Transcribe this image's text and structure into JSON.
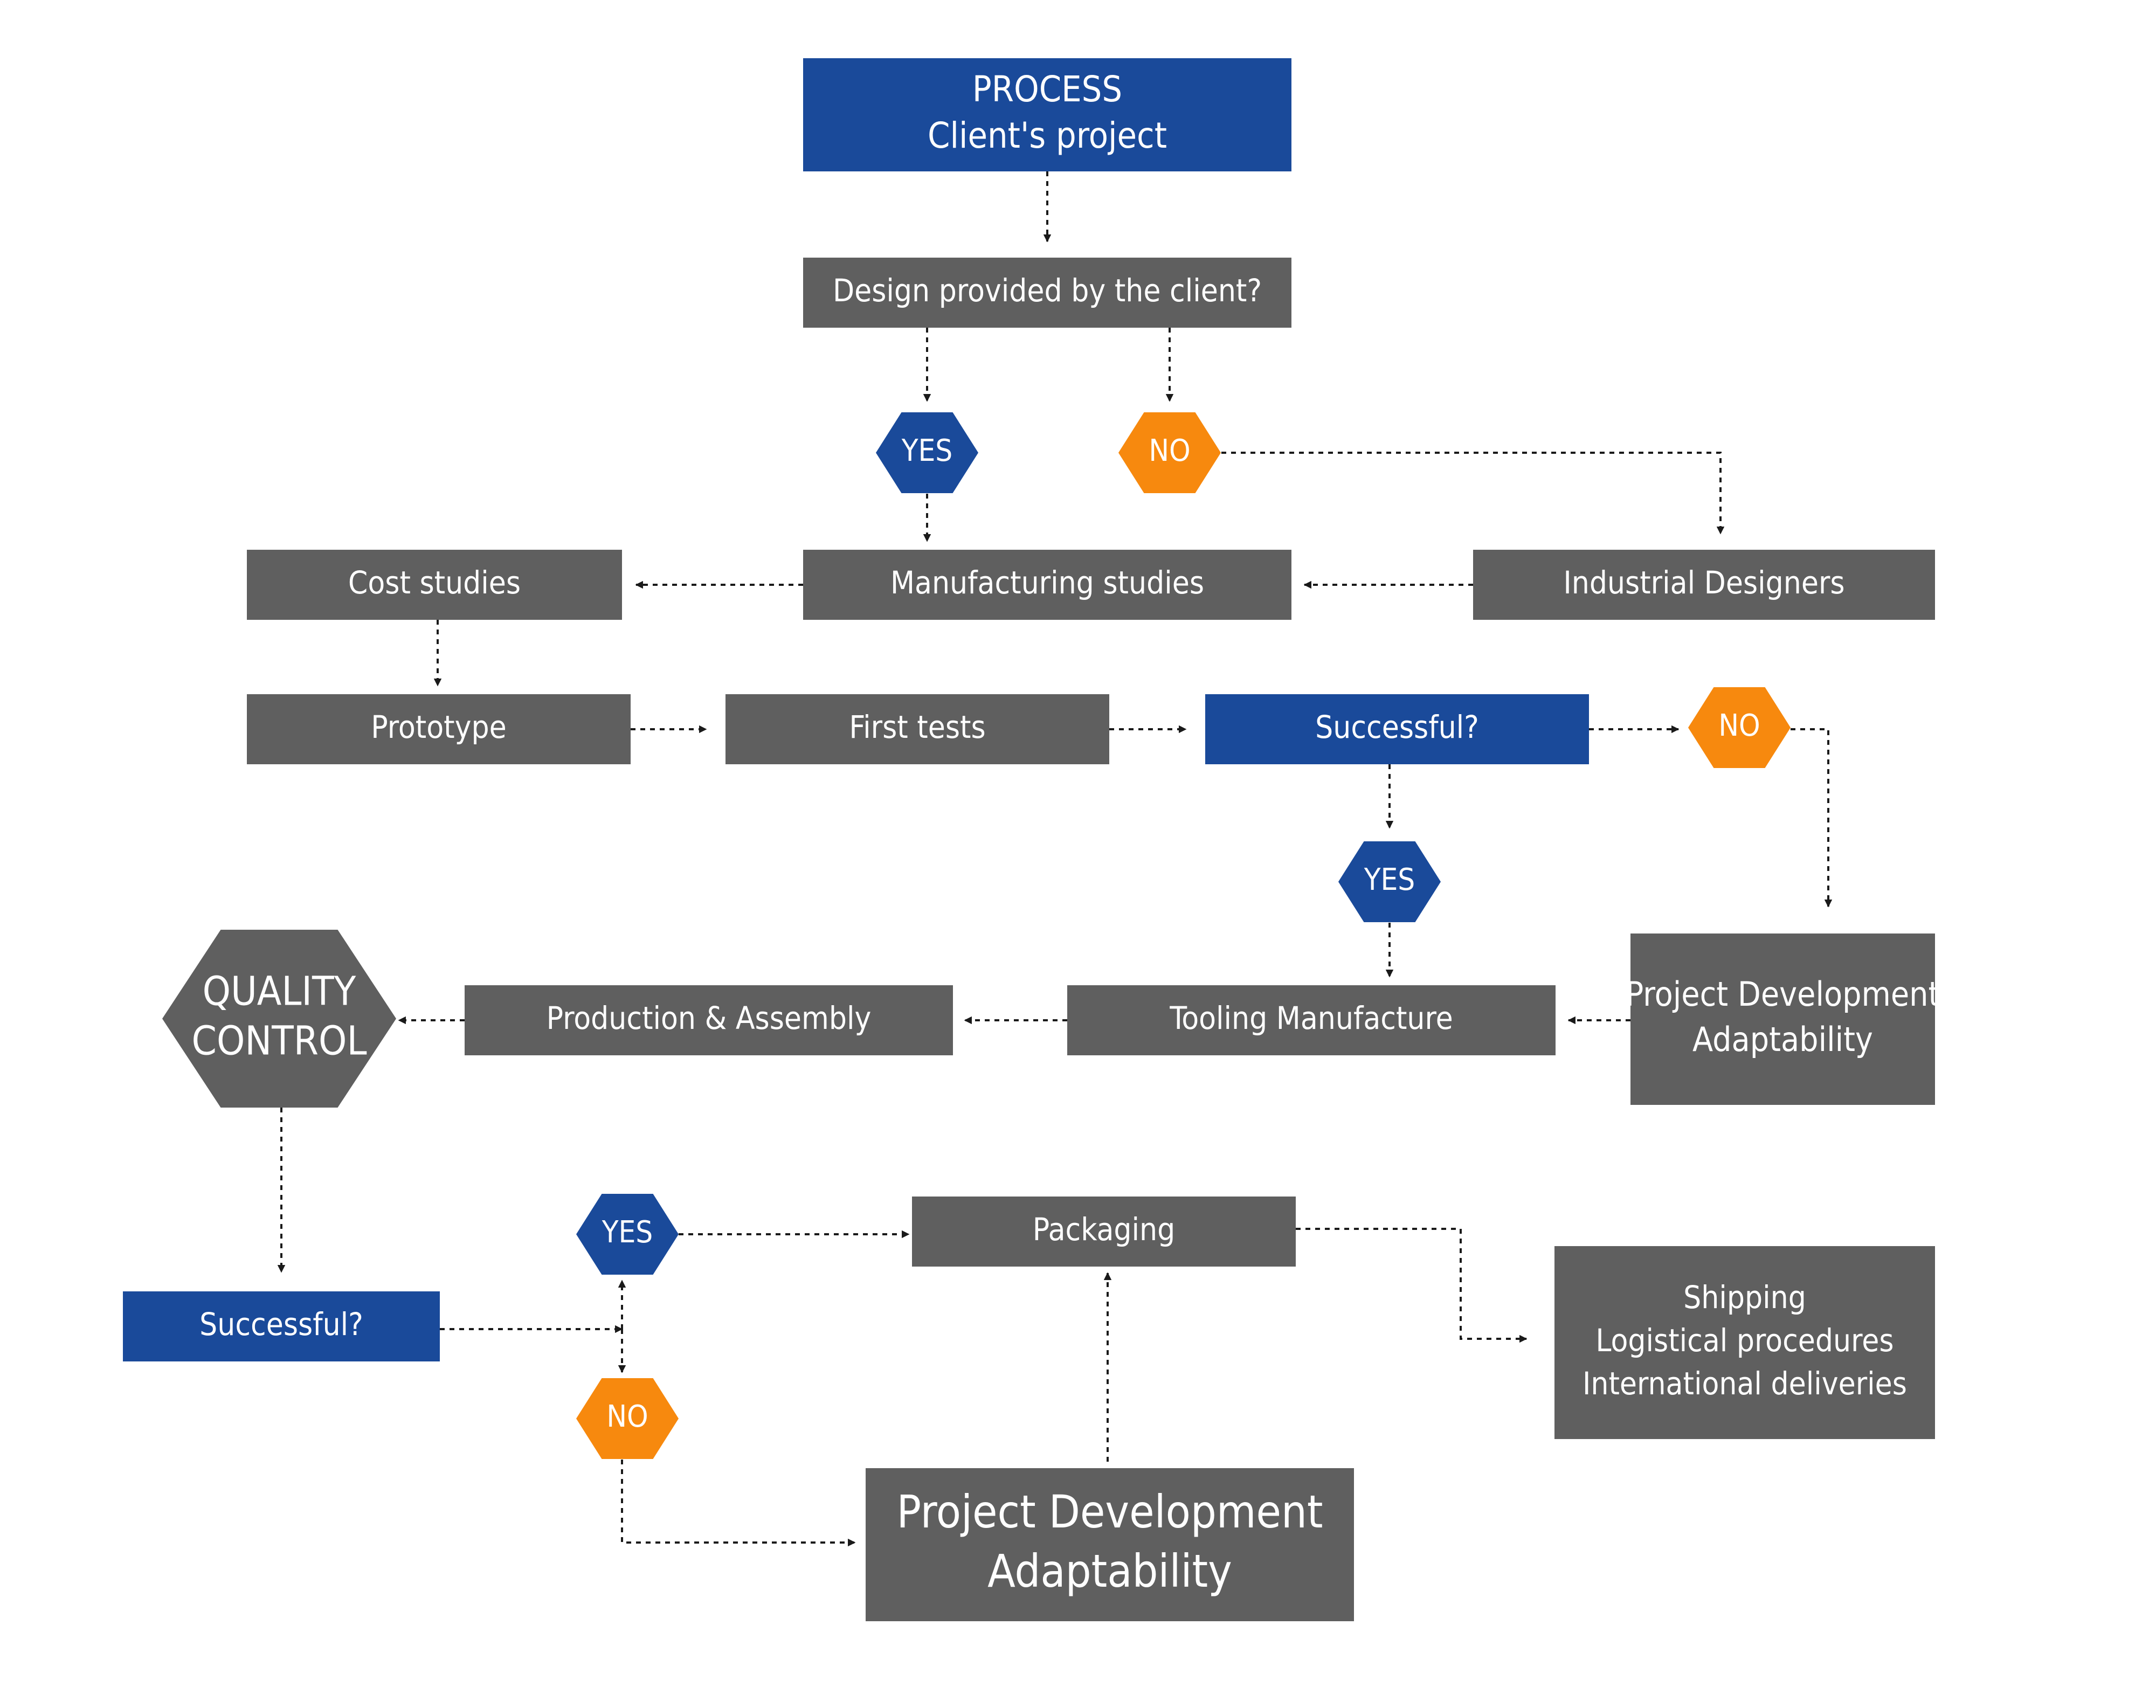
{
  "colors": {
    "blue": "#1a4a9a",
    "gray": "#5f5f5f",
    "orange": "#f7890e",
    "edge": "#1a1a1a"
  },
  "nodes": {
    "process": [
      "PROCESS",
      "Client's project"
    ],
    "design_question": [
      "Design provided by the client?"
    ],
    "yes_1": [
      "YES"
    ],
    "no_1": [
      "NO"
    ],
    "manufacturing_studies": [
      "Manufacturing studies"
    ],
    "cost_studies": [
      "Cost studies"
    ],
    "industrial_designers": [
      "Industrial Designers"
    ],
    "prototype": [
      "Prototype"
    ],
    "first_tests": [
      "First tests"
    ],
    "successful_1": [
      "Successful?"
    ],
    "no_2": [
      "NO"
    ],
    "yes_2": [
      "YES"
    ],
    "project_dev_1": [
      "Project Development",
      "Adaptability"
    ],
    "tooling": [
      "Tooling Manufacture"
    ],
    "production": [
      "Production & Assembly"
    ],
    "quality_control": [
      "QUALITY",
      "CONTROL"
    ],
    "successful_2": [
      "Successful?"
    ],
    "yes_3": [
      "YES"
    ],
    "no_3": [
      "NO"
    ],
    "packaging": [
      "Packaging"
    ],
    "shipping": [
      "Shipping",
      "Logistical procedures",
      "International deliveries"
    ],
    "project_dev_2": [
      "Project Development",
      "Adaptability"
    ]
  }
}
